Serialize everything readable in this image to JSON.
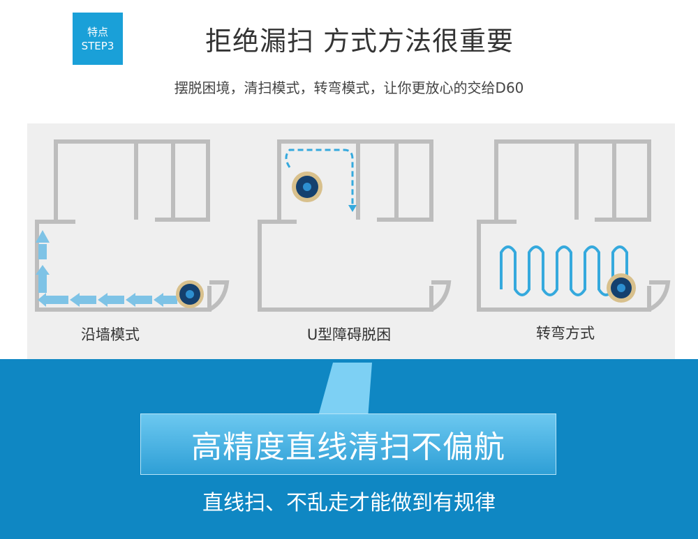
{
  "badge": {
    "line1": "特点",
    "line2": "STEP3"
  },
  "header": {
    "title_part1": "拒绝漏扫",
    "title_part2": "方式方法很重要",
    "subtitle": "摆脱困境，清扫模式，转弯模式，让你更放心的交给D60"
  },
  "modes": [
    {
      "label": "沿墙模式"
    },
    {
      "label": "U型障碍脱困"
    },
    {
      "label": "转弯方式"
    }
  ],
  "feature": {
    "headline": "高精度直线清扫不偏航",
    "description": "直线扫、不乱走才能做到有规律"
  },
  "colors": {
    "accent": "#1aa0d8",
    "wall": "#bdbdbd",
    "path": "#35a9dd",
    "panel_bg": "#efefef",
    "bottom_bg": "#0f87c3"
  }
}
